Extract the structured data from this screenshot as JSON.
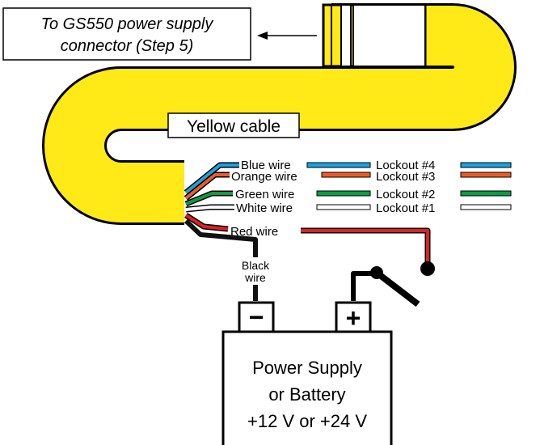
{
  "connector_label": {
    "line1": "To GS550 power supply",
    "line2": "connector (Step 5)"
  },
  "cable_label": "Yellow cable",
  "wires": [
    {
      "label": "Blue wire",
      "lockout": "Lockout #4",
      "color": "#1aa3e0"
    },
    {
      "label": "Orange wire",
      "lockout": "Lockout #3",
      "color": "#ef5a28"
    },
    {
      "label": "Green wire",
      "lockout": "Lockout #2",
      "color": "#0e9a48"
    },
    {
      "label": "White wire",
      "lockout": "Lockout #1",
      "color": "#ffffff"
    }
  ],
  "red_wire": {
    "label": "Red wire",
    "color": "#e02020"
  },
  "black_wire": {
    "line1": "Black",
    "line2": "wire",
    "color": "#111111"
  },
  "terminals": {
    "negative": "−",
    "positive": "+"
  },
  "power_supply": {
    "line1": "Power Supply",
    "line2": "or Battery",
    "line3": "+12 V or +24 V"
  },
  "colors": {
    "cable": "#ffe916",
    "outline": "#000000"
  }
}
